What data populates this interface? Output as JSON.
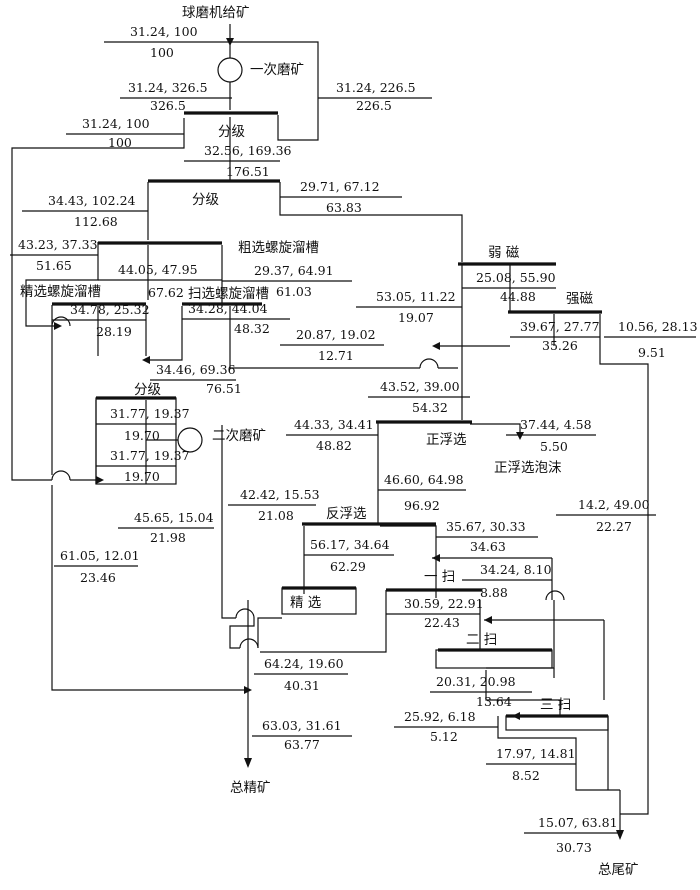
{
  "labels": {
    "feed": "球磨机给矿",
    "mill1": "一次磨矿",
    "classify1": "分级",
    "classify2": "分级",
    "rougher_spiral": "粗选螺旋溜槽",
    "cleaner_spiral": "精选螺旋溜槽",
    "scavenger_spiral": "扫选螺旋溜槽",
    "weak_mag": "弱  磁",
    "strong_mag": "强磁",
    "classify3": "分级",
    "mill2": "二次磨矿",
    "direct_flot": "正浮选",
    "direct_froth": "正浮选泡沫",
    "reverse_flot": "反浮选",
    "cleaning": "精    选",
    "scav1": "一  扫",
    "scav2": "二  扫",
    "scav3": "三  扫",
    "total_conc": "总精矿",
    "total_tail": "总尾矿"
  },
  "streams": {
    "s01": "31.24, 100",
    "s01b": "100",
    "s02": "31.24, 326.5",
    "s02b": "326.5",
    "s03": "31.24, 226.5",
    "s03b": "226.5",
    "s04": "31.24, 100",
    "s04b": "100",
    "s05": "32.56, 169.36",
    "s05b": "176.51",
    "s06": "34.43, 102.24",
    "s06b": "112.68",
    "s07": "29.71, 67.12",
    "s07b": "63.83",
    "s08": "43.23, 37.33",
    "s08b": "51.65",
    "s09": "44.05, 47.95",
    "s09b": "67.62",
    "s10": "29.37, 64.91",
    "s10b": "61.03",
    "s11": "25.08, 55.90",
    "s11b": "44.88",
    "s12": "53.05, 11.22",
    "s12b": "19.07",
    "s13": "34.78, 25.32",
    "s13b": "28.19",
    "s14": "34.28, 44.04",
    "s14b": "48.32",
    "s15": "20.87, 19.02",
    "s15b": "12.71",
    "s16": "39.67, 27.77",
    "s16b": "35.26",
    "s17": "10.56, 28.13",
    "s17b": "9.51",
    "s18": "34.46, 69.36",
    "s18b": "76.51",
    "s19": "43.52, 39.00",
    "s19b": "54.32",
    "s20": "31.77, 19.37",
    "s20b": "19.70",
    "s21": "31.77, 19.37",
    "s21b": "19.70",
    "s22": "44.33, 34.41",
    "s22b": "48.82",
    "s23": "37.44, 4.58",
    "s23b": "5.50",
    "s24": "46.60, 64.98",
    "s24b": "96.92",
    "s25": "42.42, 15.53",
    "s25b": "21.08",
    "s26": "45.65, 15.04",
    "s26b": "21.98",
    "s27": "14.2, 49.00",
    "s27b": "22.27",
    "s28": "56.17, 34.64",
    "s28b": "62.29",
    "s29": "35.67, 30.33",
    "s29b": "34.63",
    "s30": "61.05, 12.01",
    "s30b": "23.46",
    "s31": "34.24, 8.10",
    "s31b": "8.88",
    "s32": "30.59, 22.91",
    "s32b": "22.43",
    "s33": "64.24, 19.60",
    "s33b": "40.31",
    "s34": "20.31, 20.98",
    "s34b": "13.64",
    "s35": "25.92, 6.18",
    "s35b": "5.12",
    "s36": "63.03, 31.61",
    "s36b": "63.77",
    "s37": "17.97, 14.81",
    "s37b": "8.52",
    "s38": "15.07, 63.81",
    "s38b": "30.73"
  }
}
